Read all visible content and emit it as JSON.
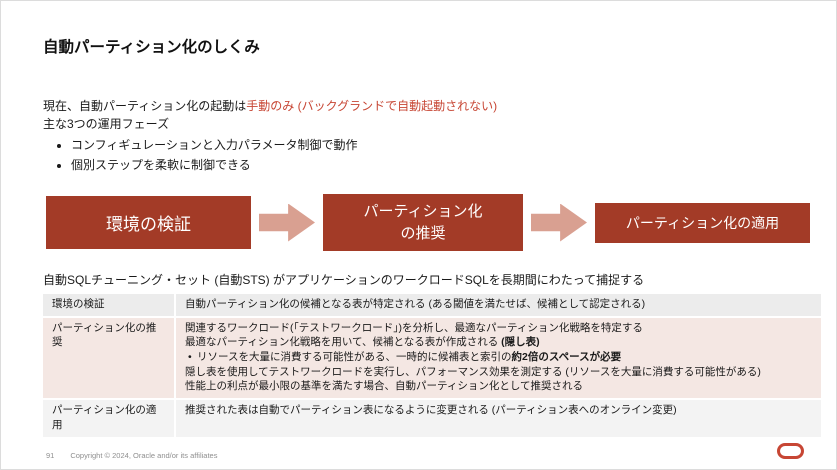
{
  "slide_title": "自動パーティション化のしくみ",
  "intro": {
    "line1_normal": "現在、自動パーティション化の起動は",
    "line1_red": "手動のみ (バックグランドで自動起動されない)",
    "line2": "主な3つの運用フェーズ"
  },
  "bullets": [
    "コンフィギュレーションと入力パラメータ制御で動作",
    "個別ステップを柔軟に制御できる"
  ],
  "flow": {
    "box1": "環境の検証",
    "box2": "パーティション化\nの推奨",
    "box3": "パーティション化の適用"
  },
  "caption": "自動SQLチューニング・セット (自動STS) がアプリケーションのワークロードSQLを長期間にわたって捕捉する",
  "table": {
    "rows": [
      {
        "label": "環境の検証",
        "text": "自動パーティション化の候補となる表が特定される (ある閾値を満たせば、候補として認定される)"
      },
      {
        "label": "パーティション化の推奨",
        "line1": "関連するワークロード(「テストワークロード」)を分析し、最適なパーティション化戦略を特定する",
        "line2a": "最適なパーティション化戦略を用いて、候補となる表が作成される ",
        "line2b": "(隠し表)",
        "line3_bullet": "•",
        "line3a": "リソースを大量に消費する可能性がある、一時的に候補表と索引の",
        "line3b": "約2倍のスペースが必要",
        "line4": "隠し表を使用してテストワークロードを実行し、パフォーマンス効果を測定する (リソースを大量に消費する可能性がある)",
        "line5": "性能上の利点が最小限の基準を満たす場合、自動パーティション化として推奨される"
      },
      {
        "label": "パーティション化の適用",
        "text": "推奨された表は自動でパーティション表になるように変更される (パーティション表へのオンライン変更)"
      }
    ]
  },
  "footer": {
    "page": "91",
    "copyright": "Copyright © 2024, Oracle and/or its affiliates"
  },
  "colors": {
    "accent_red": "#C74634",
    "box_red": "#A33B27",
    "arrow": "#D9A091",
    "row_gray": "#ECECEC",
    "row_pink": "#F4E7E3",
    "row_light": "#F3F3F3"
  }
}
